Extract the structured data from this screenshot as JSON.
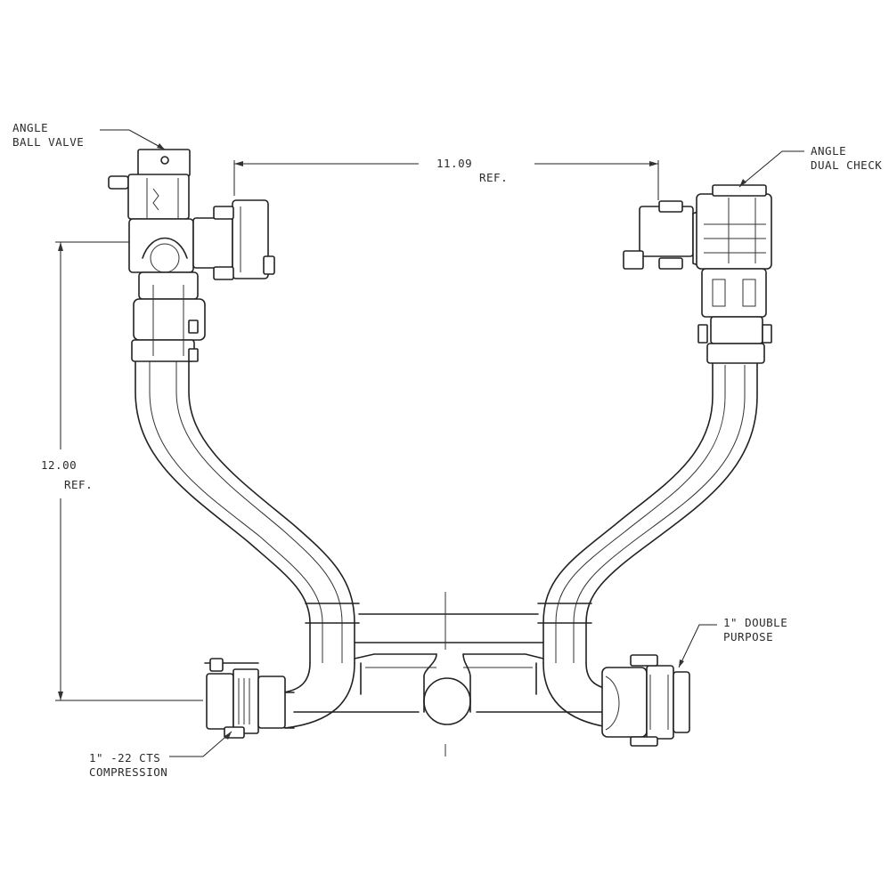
{
  "labels": {
    "ball_valve": [
      "ANGLE",
      "BALL VALVE"
    ],
    "dual_check": [
      "ANGLE",
      "DUAL CHECK"
    ],
    "width_dim": [
      "11.09",
      "REF."
    ],
    "height_dim": [
      "12.00",
      "REF."
    ],
    "inlet": [
      "1\" -22 CTS",
      "COMPRESSION"
    ],
    "outlet": [
      "1\" DOUBLE",
      "PURPOSE"
    ]
  }
}
